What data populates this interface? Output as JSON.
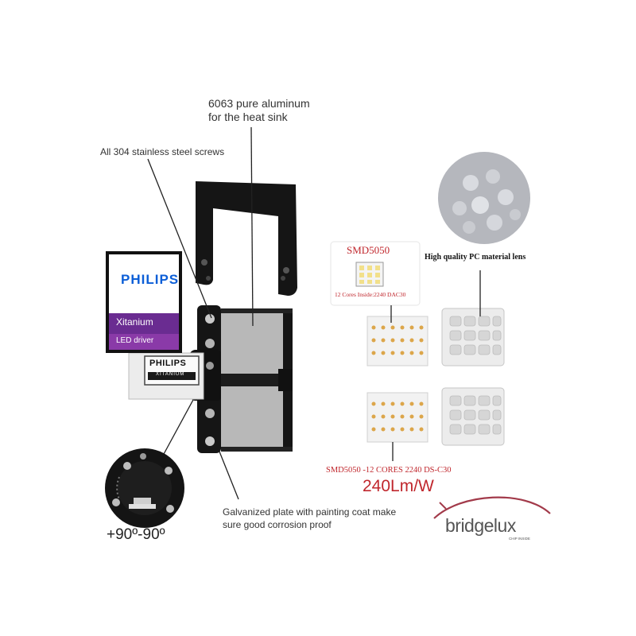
{
  "annotations": {
    "heat_sink": "6063 pure aluminum for the heat sink",
    "screws": "All 304 stainless steel screws",
    "galvanized": "Galvanized plate with painting coat make sure good corrosion proof",
    "angle": "+90º-90º"
  },
  "philips_box": {
    "brand": "PHILIPS",
    "product": "Xitanium",
    "subtitle": "LED driver"
  },
  "driver_label": {
    "brand": "PHILIPS",
    "product": "XITANIUM"
  },
  "led": {
    "chip_name": "SMD5050",
    "cores_text": "12 Cores Inside:2240 DAC30",
    "lens_text": "High quality PC material lens",
    "spec_text": "SMD5050 -12 CORES  2240 DS-C30",
    "efficacy": "240Lm/W"
  },
  "bridgelux": {
    "logo": "bridgelux",
    "tagline": "CHIP INSIDE"
  },
  "colors": {
    "philips_blue": "#0b5ed7",
    "philips_purple": "#6a2c91",
    "accent_red": "#c0272d",
    "fixture_black": "#151515",
    "aluminum": "#b9b9b9"
  }
}
